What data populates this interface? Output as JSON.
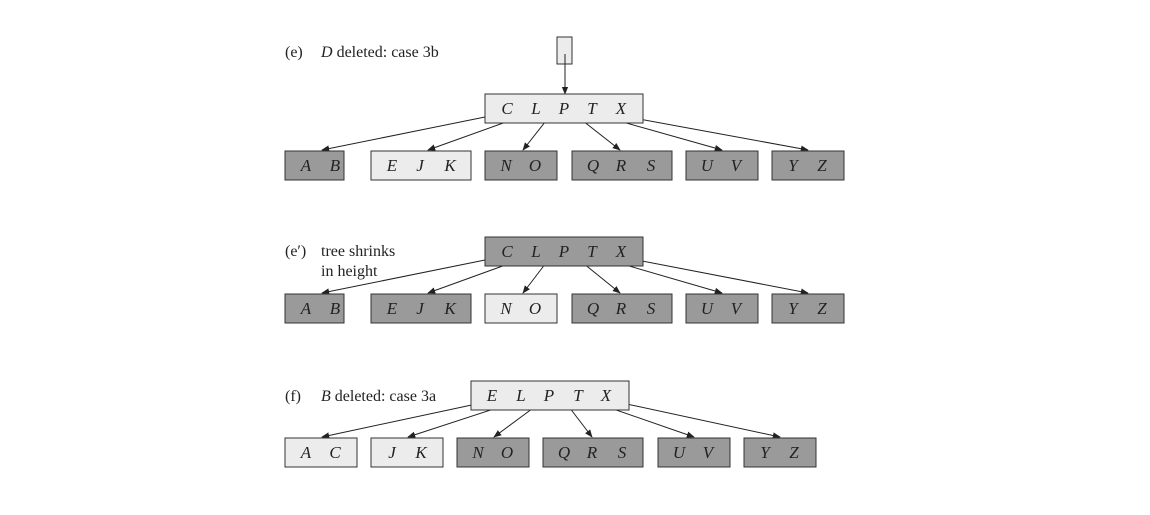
{
  "colors": {
    "light_node": "#ececec",
    "dark_node": "#9a9a9a",
    "stroke": "#333333",
    "edge": "#222222"
  },
  "panels": [
    {
      "id": "e",
      "caption_label": "(e)",
      "caption_parts": [
        {
          "text": "D",
          "italic": true
        },
        {
          "text": " deleted: case 3b",
          "italic": false
        }
      ],
      "has_root_pointer": true,
      "root": {
        "keys": [
          "C",
          "L",
          "P",
          "T",
          "X"
        ],
        "shade": "light"
      },
      "children": [
        {
          "keys": [
            "A",
            "B"
          ],
          "shade": "dark"
        },
        {
          "keys": [
            "E",
            "J",
            "K"
          ],
          "shade": "light"
        },
        {
          "keys": [
            "N",
            "O"
          ],
          "shade": "dark"
        },
        {
          "keys": [
            "Q",
            "R",
            "S"
          ],
          "shade": "dark"
        },
        {
          "keys": [
            "U",
            "V"
          ],
          "shade": "dark"
        },
        {
          "keys": [
            "Y",
            "Z"
          ],
          "shade": "dark"
        }
      ]
    },
    {
      "id": "e-prime",
      "caption_label": "(e′)",
      "caption_parts": [
        {
          "text": "tree shrinks",
          "italic": false
        }
      ],
      "caption_line2": "in height",
      "has_root_pointer": false,
      "root": {
        "keys": [
          "C",
          "L",
          "P",
          "T",
          "X"
        ],
        "shade": "dark"
      },
      "children": [
        {
          "keys": [
            "A",
            "B"
          ],
          "shade": "dark"
        },
        {
          "keys": [
            "E",
            "J",
            "K"
          ],
          "shade": "dark"
        },
        {
          "keys": [
            "N",
            "O"
          ],
          "shade": "light"
        },
        {
          "keys": [
            "Q",
            "R",
            "S"
          ],
          "shade": "dark"
        },
        {
          "keys": [
            "U",
            "V"
          ],
          "shade": "dark"
        },
        {
          "keys": [
            "Y",
            "Z"
          ],
          "shade": "dark"
        }
      ]
    },
    {
      "id": "f",
      "caption_label": "(f)",
      "caption_parts": [
        {
          "text": "B",
          "italic": true
        },
        {
          "text": " deleted: case 3a",
          "italic": false
        }
      ],
      "has_root_pointer": false,
      "root": {
        "keys": [
          "E",
          "L",
          "P",
          "T",
          "X"
        ],
        "shade": "light"
      },
      "children": [
        {
          "keys": [
            "A",
            "C"
          ],
          "shade": "light"
        },
        {
          "keys": [
            "J",
            "K"
          ],
          "shade": "light"
        },
        {
          "keys": [
            "N",
            "O"
          ],
          "shade": "dark"
        },
        {
          "keys": [
            "Q",
            "R",
            "S"
          ],
          "shade": "dark"
        },
        {
          "keys": [
            "U",
            "V"
          ],
          "shade": "dark"
        },
        {
          "keys": [
            "Y",
            "Z"
          ],
          "shade": "dark"
        }
      ]
    }
  ]
}
